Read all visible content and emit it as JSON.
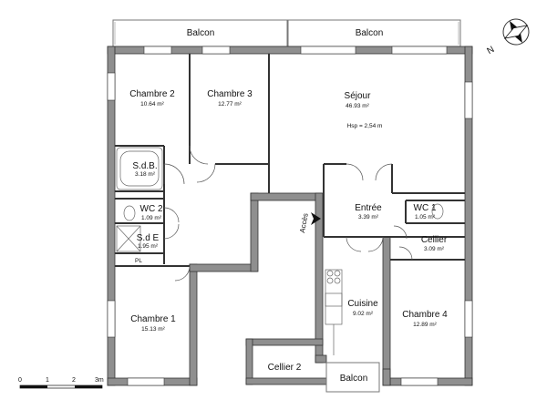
{
  "rooms": {
    "balcon_left": {
      "name": "Balcon"
    },
    "balcon_right": {
      "name": "Balcon"
    },
    "chambre2": {
      "name": "Chambre 2",
      "area": "10.64 m²"
    },
    "chambre3": {
      "name": "Chambre 3",
      "area": "12.77 m²"
    },
    "sejour": {
      "name": "Séjour",
      "area": "46.93 m²",
      "note": "Hsp = 2,54 m"
    },
    "sdb": {
      "name": "S.d.B.",
      "area": "3.18 m²"
    },
    "wc2": {
      "name": "WC 2",
      "area": "1.09 m²"
    },
    "sde": {
      "name": "S.d E",
      "area": "1.95 m²"
    },
    "pl": {
      "name": "PL"
    },
    "entree": {
      "name": "Entrée",
      "area": "3.39 m²"
    },
    "wc1": {
      "name": "WC 1",
      "area": "1.05 m²"
    },
    "cellier": {
      "name": "Cellier",
      "area": "3.09 m²"
    },
    "cuisine": {
      "name": "Cuisine",
      "area": "9.02 m²"
    },
    "chambre1": {
      "name": "Chambre 1",
      "area": "15.13 m²"
    },
    "chambre4": {
      "name": "Chambre 4",
      "area": "12.89 m²"
    },
    "cellier2": {
      "name": "Cellier 2"
    },
    "balcon_bottom": {
      "name": "Balcon"
    }
  },
  "access": {
    "label": "Accès"
  },
  "compass": {
    "label": "N"
  },
  "scale": {
    "ticks": [
      "0",
      "1",
      "2",
      "3m"
    ]
  },
  "colors": {
    "wall": "#8f8f8f",
    "outline": "#333333"
  }
}
